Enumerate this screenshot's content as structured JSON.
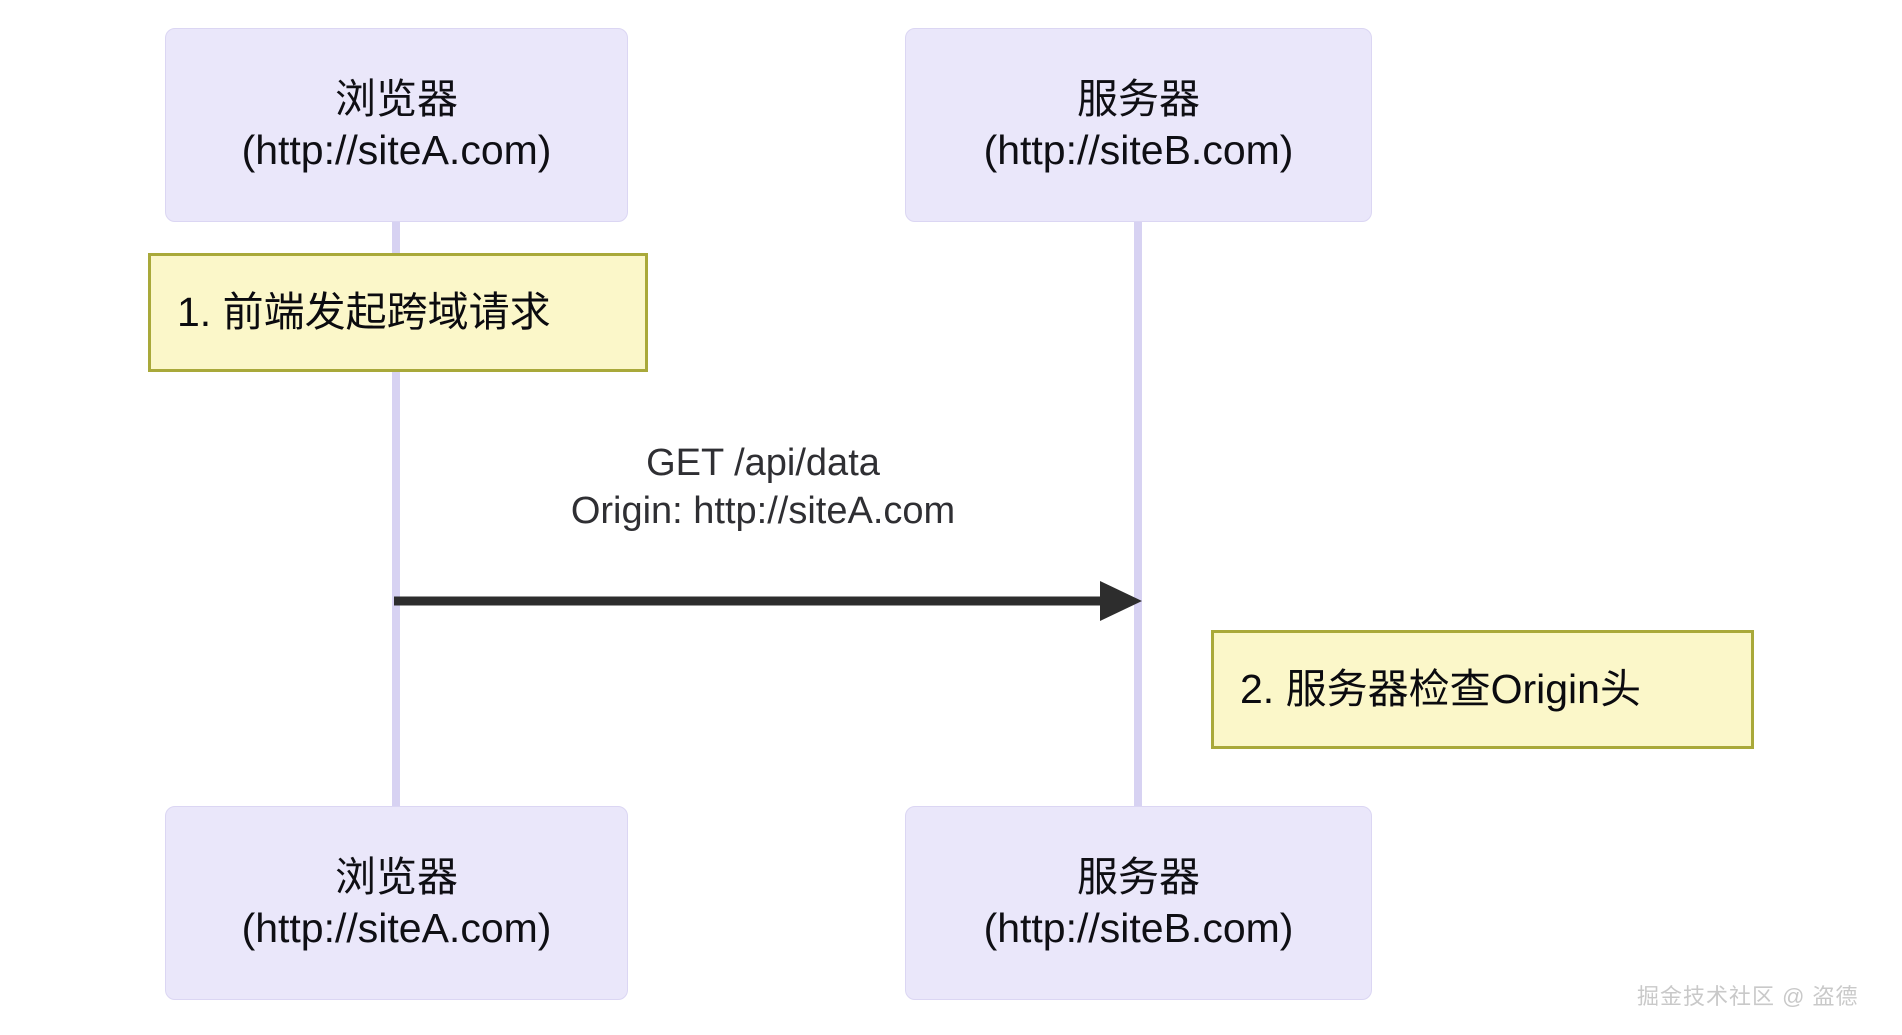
{
  "diagram": {
    "type": "sequence-diagram",
    "background": "#ffffff",
    "colors": {
      "participant_fill": "#eae7fa",
      "participant_border": "#dbd6f3",
      "lifeline": "#d7d2f2",
      "note_fill": "#fbf7c9",
      "note_border": "#a9a93a",
      "arrow": "#2d2d2d",
      "label_text": "#2f2f33",
      "watermark": "#c9c9c9"
    }
  },
  "participants": [
    {
      "id": "browser",
      "name_line1": "浏览器",
      "name_line2": "(http://siteA.com)"
    },
    {
      "id": "server",
      "name_line1": "服务器",
      "name_line2": "(http://siteB.com)"
    }
  ],
  "messages": [
    {
      "from": "browser",
      "to": "server",
      "line1": "GET /api/data",
      "line2": "Origin: http://siteA.com",
      "arrow": "solid-filled-right"
    }
  ],
  "notes": [
    {
      "id": "note-1",
      "over": "browser",
      "text": "1. 前端发起跨域请求"
    },
    {
      "id": "note-2",
      "over": "server",
      "text": "2. 服务器检查Origin头"
    }
  ],
  "watermark": {
    "text": "掘金技术社区 @ 盗德"
  }
}
